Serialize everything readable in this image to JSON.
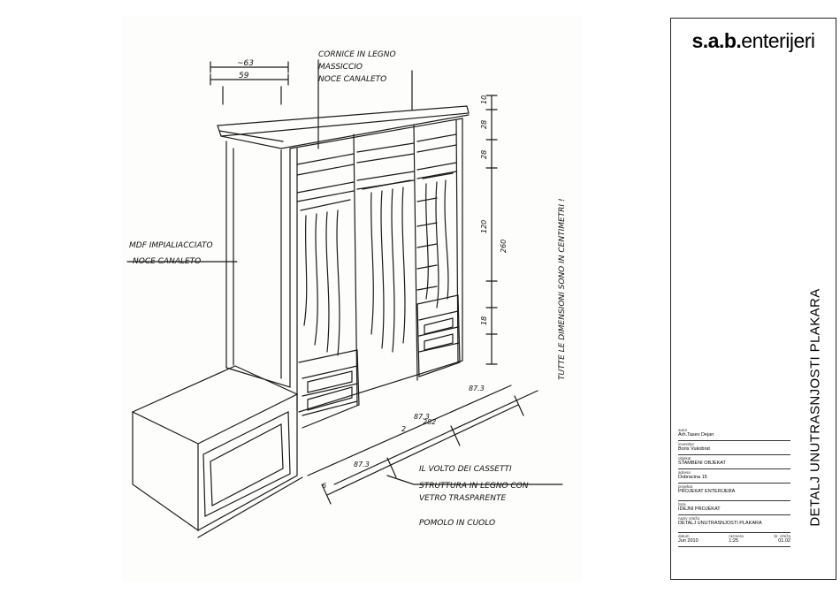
{
  "sketch": {
    "note_top_line1": "CORNICE IN LEGNO",
    "note_top_line2": "MASSICCIO",
    "note_top_line3": "NOCE CANALETO",
    "depth_outer": "~63",
    "depth_inner": "59",
    "note_left_line1": "MDF IMPIALIACCIATO",
    "note_left_line2": "NOCE CANALETO",
    "note_side": "TUTTE LE DIMENSIONI SONO IN CENTIMETRI !",
    "note_bottom_line1": "IL VOLTO DEI CASSETTI",
    "note_bottom_line2": "STRUTTURA IN LEGNO CON",
    "note_bottom_line3": "VETRO TRASPARENTE",
    "note_bottom_line4": "POMOLO IN CUOLO",
    "dim_width_total": "282",
    "dim_module_a": "87.3",
    "dim_module_b": "87.3",
    "dim_module_c": "87.3",
    "dim_gap": "2",
    "dim_base": "6",
    "dim_height_total": "260",
    "dim_h1": "10",
    "dim_h2": "28",
    "dim_h3": "28",
    "dim_h4": "120",
    "dim_h5": "18"
  },
  "title_block": {
    "logo_brand": "s.a.b.",
    "logo_suffix": "enterijeri",
    "drawing_title": "DETALJ UNUTRASNJOSTI PLAKARA",
    "author_label": "autor",
    "author": "Arh.Tasev Dejan",
    "investor_label": "investitor",
    "investor": "Boris Vukobrat",
    "object_label": "objekat",
    "object": "STAMBENI OBJEKAT",
    "address_label": "adresa",
    "address": "Dobracina 15",
    "project_label": "projekat",
    "project": "PROJEKAT ENTERIJERA",
    "phase_label": "faza",
    "phase": "IDEJNI PROJEKAT",
    "drawing_name_label": "naziv crteža",
    "drawing_name": "DETALJ UNUTRASNJOSTI PLAKARA",
    "date_label": "datum",
    "date": "Jun 2010",
    "scale_label": "razmera",
    "scale": "1:25",
    "number_label": "br. crteža",
    "number": "01.02"
  }
}
